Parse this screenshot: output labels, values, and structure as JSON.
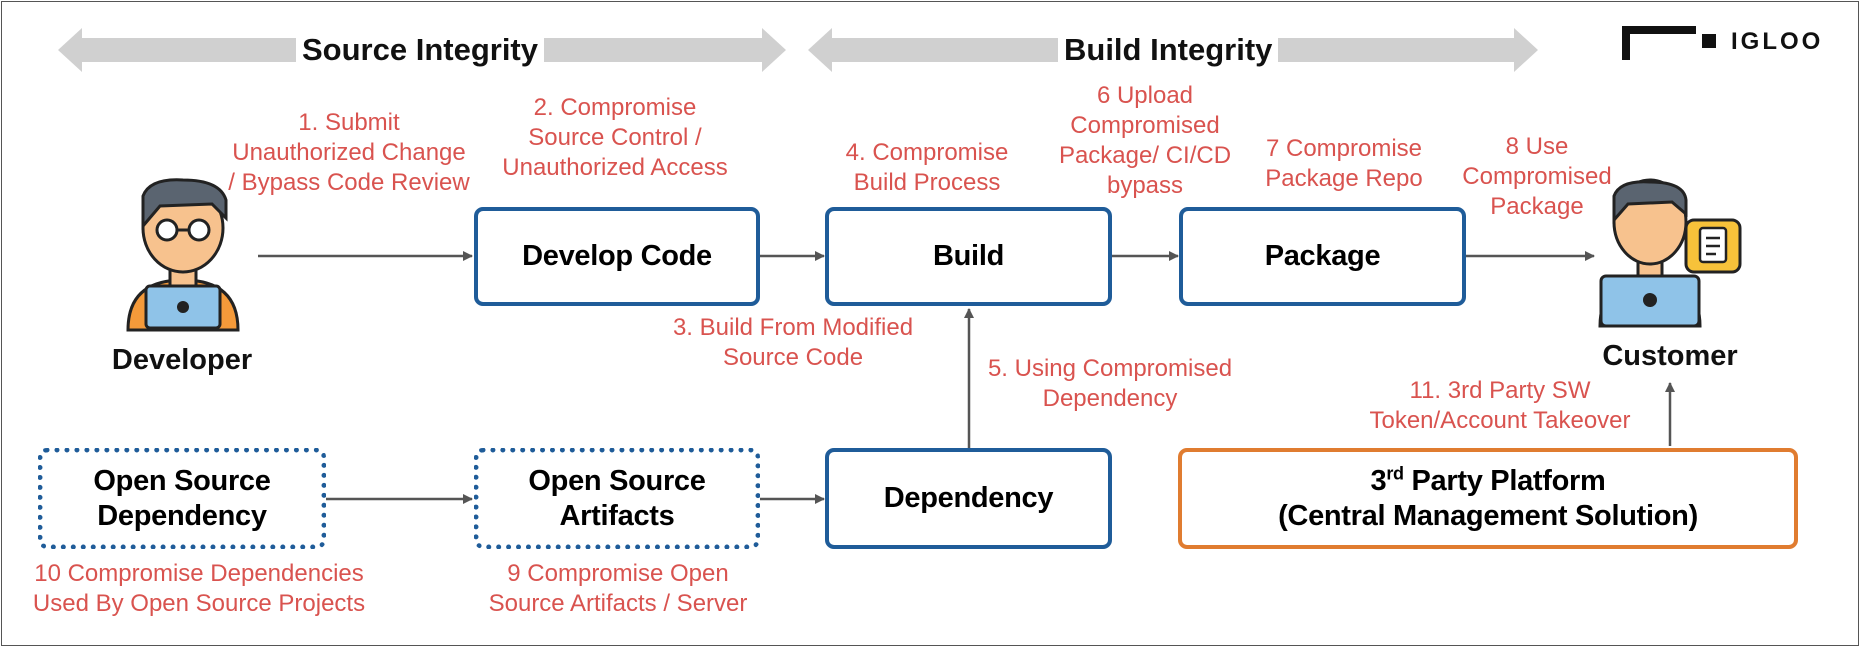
{
  "logo": {
    "text": "IGLOO"
  },
  "bands": {
    "source_integrity": "Source Integrity",
    "build_integrity": "Build Integrity"
  },
  "actors": {
    "developer": "Developer",
    "customer": "Customer"
  },
  "boxes": {
    "develop_code": "Develop Code",
    "build": "Build",
    "package": "Package",
    "dependency": "Dependency",
    "open_source_dependency": "Open Source\nDependency",
    "open_source_artifacts": "Open Source\nArtifacts",
    "third_party_line1_num": "3",
    "third_party_line1_sup": "rd",
    "third_party_line1_rest": " Party Platform",
    "third_party_line2": "(Central Management Solution)"
  },
  "threats": {
    "t1": "1. Submit\nUnauthorized Change\n/ Bypass Code Review",
    "t2": "2. Compromise\nSource Control /\nUnauthorized Access",
    "t3": "3. Build From Modified\nSource Code",
    "t4": "4. Compromise\nBuild Process",
    "t5": "5. Using Compromised\nDependency",
    "t6": "6 Upload\nCompromised\nPackage/ CI/CD\nbypass",
    "t7": "7 Compromise\nPackage Repo",
    "t8": "8 Use\nCompromised\nPackage",
    "t9": "9 Compromise Open\nSource Artifacts / Server",
    "t10": "10 Compromise Dependencies\nUsed By Open Source Projects",
    "t11": "11. 3rd Party SW\nToken/Account Takeover"
  },
  "colors": {
    "box_border": "#1f5c99",
    "third_party_border": "#e07c30",
    "threat_text": "#d9534f",
    "band_arrow": "#d0d0d0",
    "connector": "#555555"
  }
}
